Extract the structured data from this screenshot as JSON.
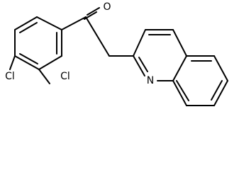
{
  "atoms": {
    "oxygen": "O",
    "chlorine_a": "Cl",
    "chlorine_b": "Cl",
    "nitrogen": "N"
  }
}
